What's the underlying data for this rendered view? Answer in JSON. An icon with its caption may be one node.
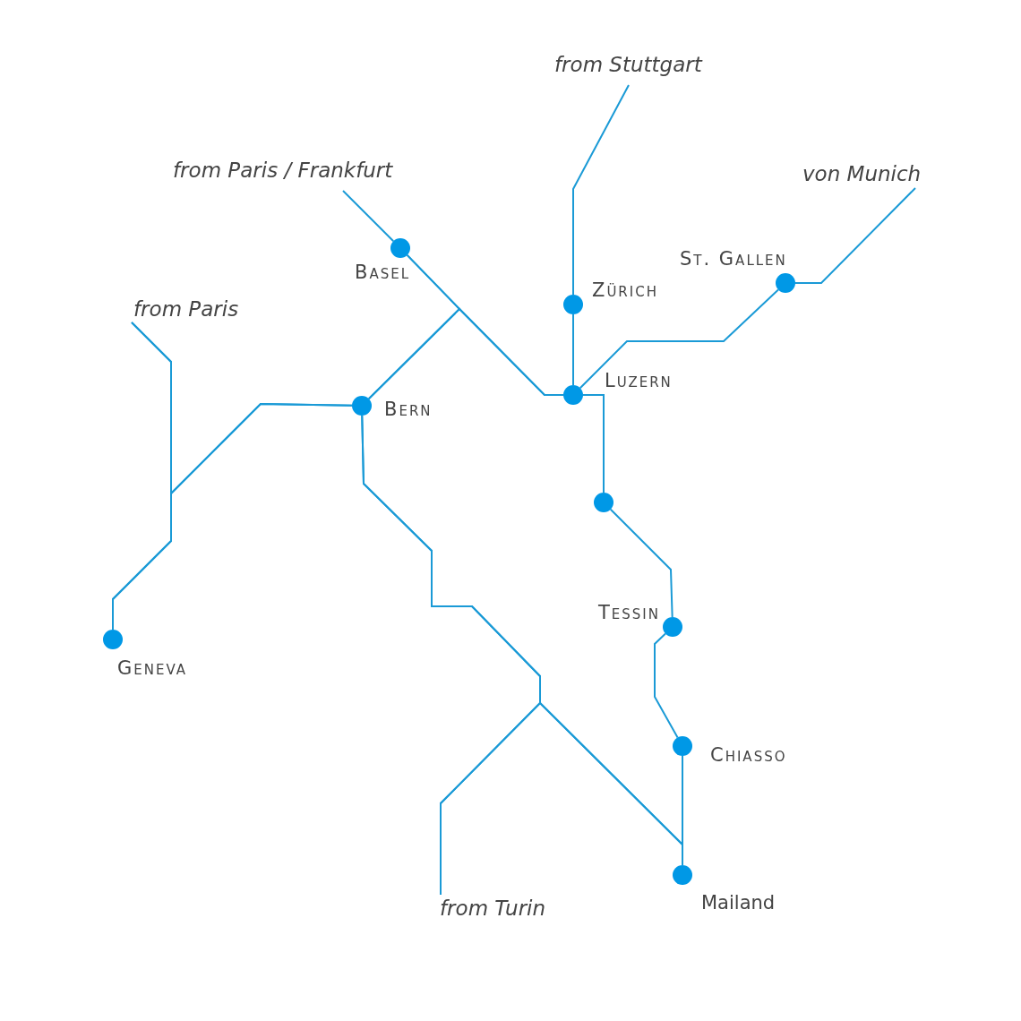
{
  "diagram": {
    "nodes": [
      {
        "text": [
          "from Paris / Frankfurt"
        ]
      },
      {
        "text": [],
        "shape": "circle",
        "beside": [
          "Basel"
        ]
      },
      {
        "text": [
          "from Stuttgart"
        ]
      },
      {
        "text": [],
        "shape": "circle",
        "beside": [
          "Zürich"
        ]
      },
      {
        "text": [
          "von Munich"
        ]
      },
      {
        "text": [],
        "shape": "circle",
        "beside": [
          "St. Gallen"
        ]
      },
      {
        "text": [
          "from Paris"
        ]
      },
      {
        "text": [],
        "shape": "circle",
        "beside": [
          "Bern"
        ]
      },
      {
        "text": [],
        "shape": "circle",
        "beside": [
          "Luzern"
        ]
      },
      {
        "text": [],
        "shape": "circle"
      },
      {
        "text": [],
        "shape": "circle",
        "beside": [
          "Tessin"
        ]
      },
      {
        "text": [],
        "shape": "circle",
        "beside": [
          "Geneva"
        ]
      },
      {
        "text": [],
        "shape": "circle",
        "beside": [
          "Chiasso"
        ]
      },
      {
        "text": [
          "from Turin"
        ]
      },
      {
        "text": [],
        "shape": "circle",
        "beside": [
          "Mailand"
        ]
      }
    ],
    "edges": [
      {
        "from": 0,
        "to": 1,
        "arrow": "none"
      },
      {
        "from": 1,
        "to": 8,
        "arrow": "none"
      },
      {
        "from": 7,
        "to": 1,
        "arrow": "none"
      },
      {
        "from": 7,
        "to": 8,
        "arrow": "none"
      },
      {
        "from": 2,
        "to": 3,
        "arrow": "none"
      },
      {
        "from": 3,
        "to": 8,
        "arrow": "none"
      },
      {
        "from": 4,
        "to": 5,
        "arrow": "none"
      },
      {
        "from": 5,
        "to": 8,
        "arrow": "none"
      },
      {
        "from": 8,
        "to": 9,
        "arrow": "none"
      },
      {
        "from": 9,
        "to": 10,
        "arrow": "none"
      },
      {
        "from": 10,
        "to": 12,
        "arrow": "none"
      },
      {
        "from": 12,
        "to": 14,
        "arrow": "none"
      },
      {
        "from": 6,
        "to": 11,
        "arrow": "none"
      },
      {
        "from": 7,
        "to": 11,
        "arrow": "none"
      },
      {
        "from": 7,
        "to": 6,
        "arrow": "none"
      },
      {
        "from": 7,
        "to": 14,
        "arrow": "none"
      },
      {
        "from": 13,
        "to": 14,
        "arrow": "none"
      },
      {
        "from": 13,
        "to": 7,
        "arrow": "none"
      }
    ]
  }
}
